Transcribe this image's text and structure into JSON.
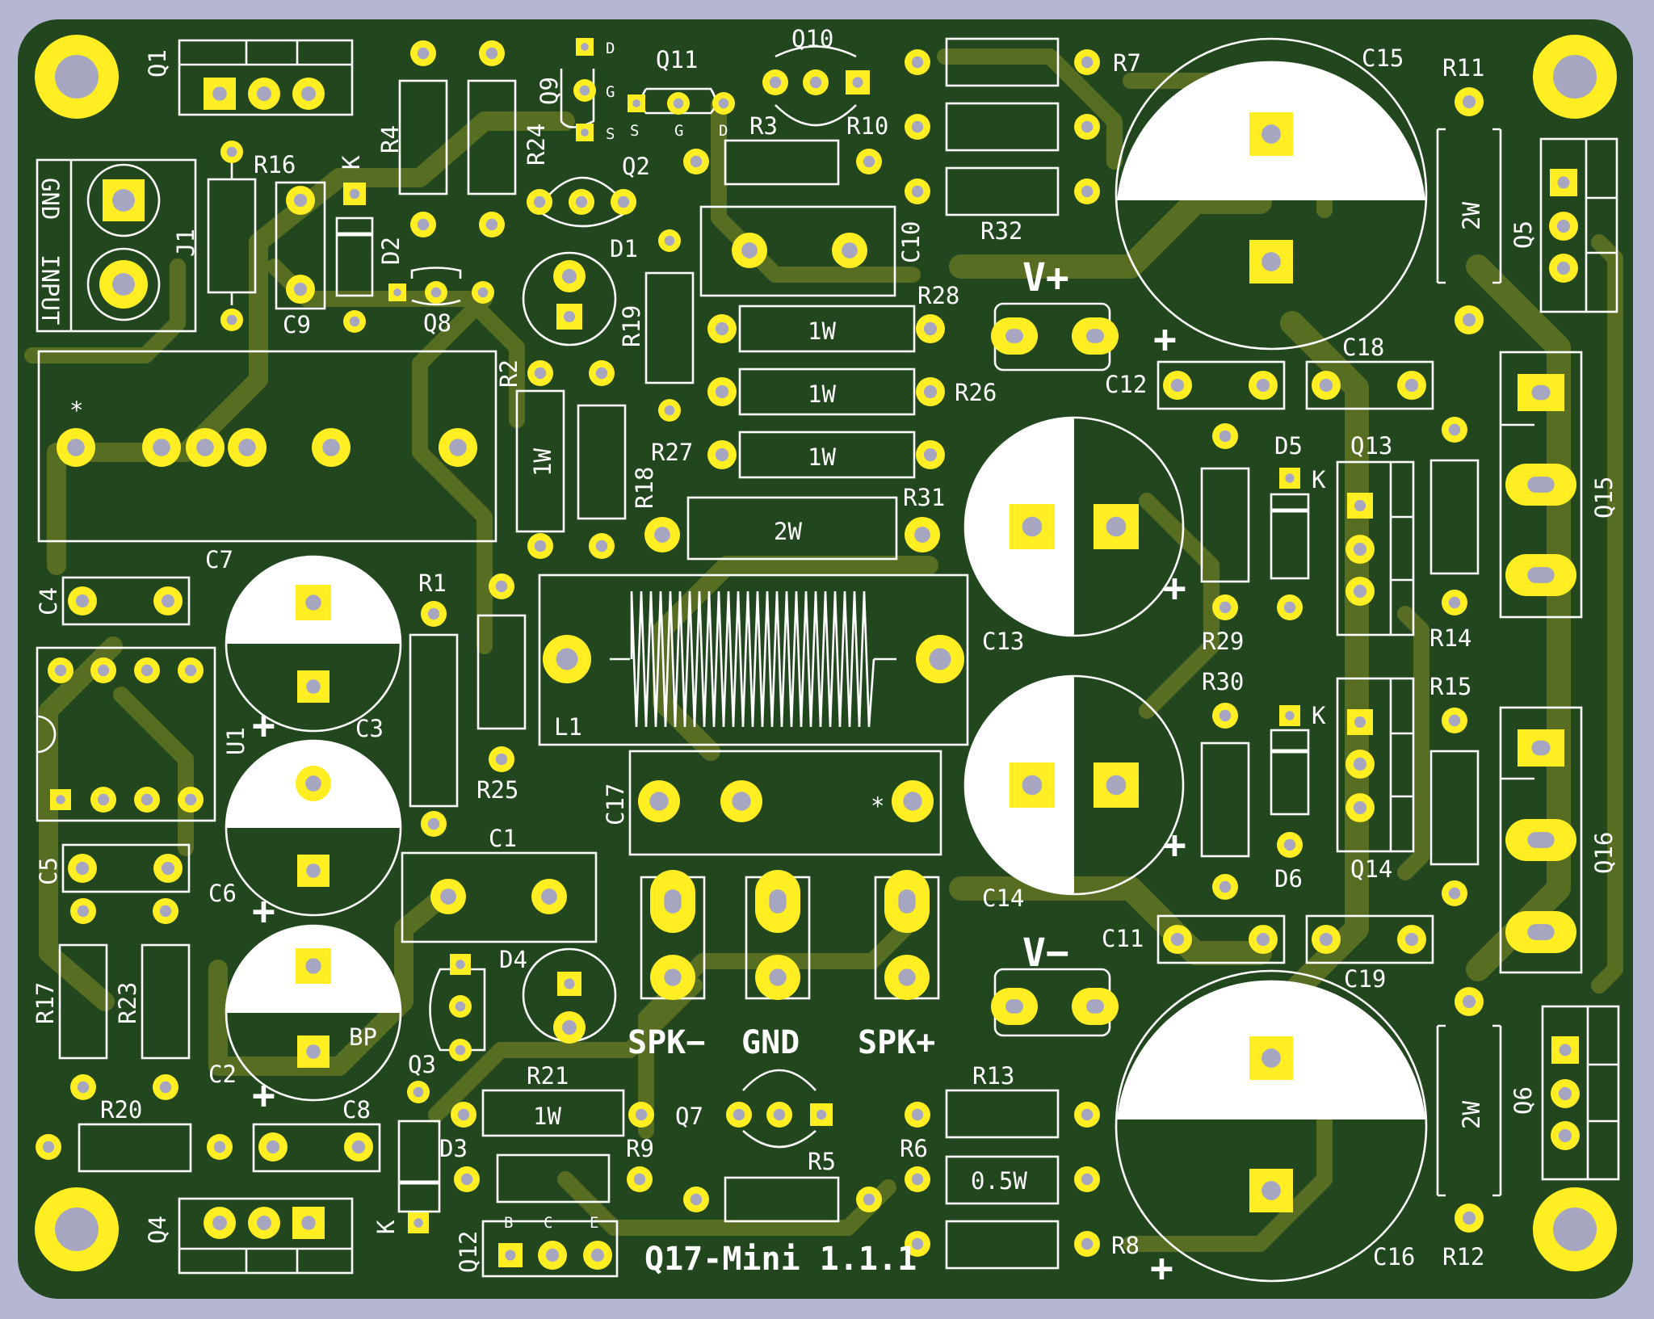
{
  "board": {
    "title": "Q17-Mini 1.1.1",
    "colors": {
      "background": "#b4b6d2",
      "board": "#22461e",
      "trace": "#566d22",
      "pad": "#ffee22",
      "drill": "#a6a6c0",
      "silkscreen": "#ffffff"
    }
  },
  "labels": {
    "q1": "Q1",
    "q2": "Q2",
    "q3": "Q3",
    "q4": "Q4",
    "q5": "Q5",
    "q6": "Q6",
    "q7": "Q7",
    "q8": "Q8",
    "q9": "Q9",
    "q10": "Q10",
    "q11": "Q11",
    "q12": "Q12",
    "q13": "Q13",
    "q14": "Q14",
    "q15": "Q15",
    "q16": "Q16",
    "r1": "R1",
    "r2": "R2",
    "r3": "R3",
    "r4": "R4",
    "r5": "R5",
    "r6": "R6",
    "r7": "R7",
    "r8": "R8",
    "r9": "R9",
    "r10": "R10",
    "r11": "R11",
    "r12": "R12",
    "r13": "R13",
    "r14": "R14",
    "r15": "R15",
    "r16": "R16",
    "r17": "R17",
    "r18": "R18",
    "r19": "R19",
    "r20": "R20",
    "r21": "R21",
    "r23": "R23",
    "r24": "R24",
    "r25": "R25",
    "r26": "R26",
    "r27": "R27",
    "r28": "R28",
    "r29": "R29",
    "r30": "R30",
    "r31": "R31",
    "r32": "R32",
    "c1": "C1",
    "c2": "C2",
    "c3": "C3",
    "c4": "C4",
    "c5": "C5",
    "c6": "C6",
    "c7": "C7",
    "c8": "C8",
    "c9": "C9",
    "c10": "C10",
    "c11": "C11",
    "c12": "C12",
    "c13": "C13",
    "c14": "C14",
    "c15": "C15",
    "c16": "C16",
    "c17": "C17",
    "c18": "C18",
    "c19": "C19",
    "d1": "D1",
    "d2": "D2",
    "d3": "D3",
    "d4": "D4",
    "d5": "D5",
    "d6": "D6",
    "j1": "J1",
    "l1": "L1",
    "u1": "U1",
    "vplus": "V+",
    "vminus": "V−",
    "spk_minus": "SPK−",
    "gnd": "GND",
    "spk_plus": "SPK+",
    "gnd_input_1": "GND",
    "gnd_input_2": "INPUT",
    "w1": "1W",
    "w2": "2W",
    "w05": "0.5W",
    "k": "K",
    "plus": "+",
    "star": "*",
    "bp": "BP",
    "pin_d": "D",
    "pin_g": "G",
    "pin_s": "S",
    "pin_b": "B",
    "pin_c": "C",
    "pin_e": "E"
  }
}
